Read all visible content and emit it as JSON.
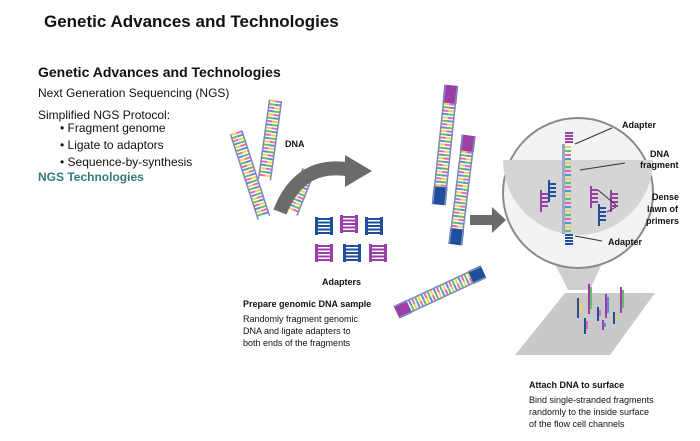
{
  "slide": {
    "title": "Genetic Advances and Technologies",
    "section_title": "Genetic Advances and Technologies",
    "subtitle": "Next Generation Sequencing (NGS)",
    "protocol": {
      "title": "Simplified NGS Protocol:",
      "steps": [
        "Fragment genome",
        "Ligate to adaptors",
        "Sequence-by-synthesis"
      ]
    },
    "link_label": "NGS Technologies",
    "link_color": "#2e7d7a"
  },
  "diagram": {
    "labels": {
      "dna": "DNA",
      "adapters": "Adapters",
      "adapter_top": "Adapter",
      "dna_fragment_line1": "DNA",
      "dna_fragment_line2": "fragment",
      "lawn_line1": "Dense",
      "lawn_line2": "lawn of",
      "lawn_line3": "primers",
      "adapter_bottom": "Adapter"
    },
    "step1": {
      "title": "Prepare genomic DNA sample",
      "lines": [
        "Randomly fragment genomic",
        "DNA and ligate adapters to",
        "both ends of the fragments"
      ]
    },
    "step2": {
      "title": "Attach DNA to surface",
      "lines": [
        "Bind single-stranded fragments",
        "randomly to the inside surface",
        "of the flow cell channels"
      ]
    },
    "colors": {
      "adapter_blue": "#1f4f9c",
      "adapter_purple": "#9b3ea8",
      "arrow_gray": "#6b6b6b",
      "base_yellow": "#f2d24b",
      "base_green": "#5fbf6a",
      "base_pink": "#e86aa8",
      "base_blue": "#5a8fd6"
    }
  }
}
